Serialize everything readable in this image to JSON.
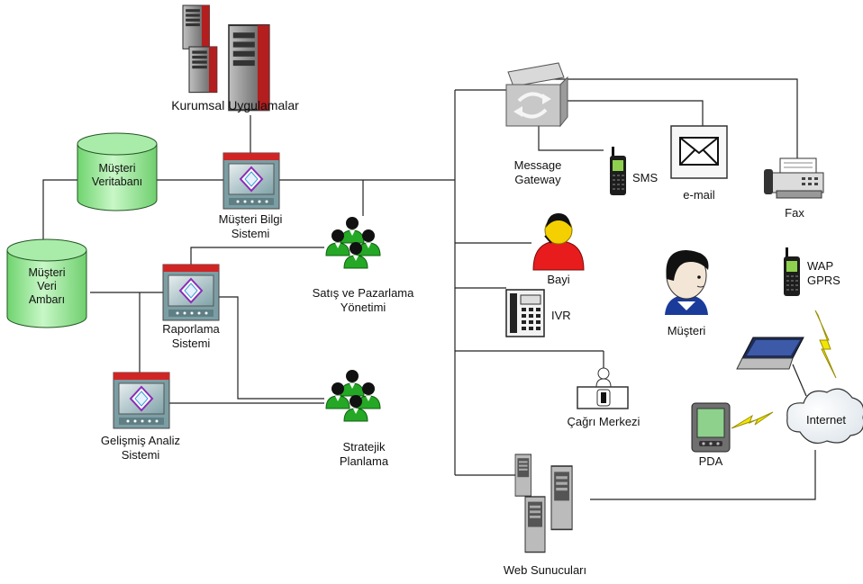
{
  "labels": {
    "kurumsal": "Kurumsal Uygulamalar",
    "musteri_veritabani_1": "Müşteri",
    "musteri_veritabani_2": "Veritabanı",
    "musteri_veri_ambari_1": "Müşteri",
    "musteri_veri_ambari_2": "Veri",
    "musteri_veri_ambari_3": "Ambarı",
    "musteri_bilgi_1": "Müşteri Bilgi",
    "musteri_bilgi_2": "Sistemi",
    "raporlama_1": "Raporlama",
    "raporlama_2": "Sistemi",
    "gelismis_1": "Gelişmiş Analiz",
    "gelismis_2": "Sistemi",
    "satis_1": "Satış ve Pazarlama",
    "satis_2": "Yönetimi",
    "stratejik_1": "Stratejik",
    "stratejik_2": "Planlama",
    "message_1": "Message",
    "message_2": "Gateway",
    "sms": "SMS",
    "email": "e-mail",
    "fax": "Fax",
    "bayi": "Bayi",
    "ivr": "IVR",
    "musteri": "Müşteri",
    "wap": "WAP",
    "gprs": "GPRS",
    "cagri": "Çağrı Merkezi",
    "internet": "Internet",
    "pda": "PDA",
    "web": "Web Sunucuları"
  },
  "colors": {
    "db_fill": "#9be89a",
    "group_fill": "#22a822",
    "server_red": "#cc2222",
    "app_box": "#8fb3b8",
    "bayi_red": "#e81c1c",
    "bayi_yellow": "#f5d000",
    "bolt": "#f2e600"
  },
  "icons": {
    "server": "server-tower-icon",
    "database": "database-cylinder-icon",
    "app": "application-window-icon",
    "group": "user-group-icon",
    "gateway": "message-gateway-icon",
    "phone": "mobile-phone-icon",
    "email": "envelope-icon",
    "fax": "fax-machine-icon",
    "person": "person-icon",
    "ivr": "desk-phone-icon",
    "callcenter": "call-center-icon",
    "laptop": "laptop-icon",
    "cloud": "cloud-icon",
    "pda": "pda-icon",
    "bolt": "lightning-icon"
  }
}
